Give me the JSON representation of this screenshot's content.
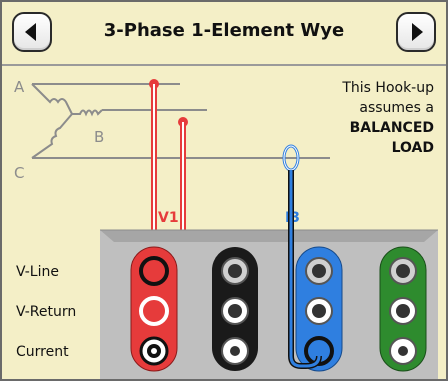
{
  "window": {
    "title": "3-Phase 1-Element Wye"
  },
  "navigation": {
    "prev_icon": "left-arrow-icon",
    "next_icon": "right-arrow-icon"
  },
  "hookup_note": {
    "line1": "This Hook-up",
    "line2": "assumes a",
    "line3": "BALANCED",
    "line4": "LOAD"
  },
  "phases": {
    "a": "A",
    "b": "B",
    "c": "C"
  },
  "probes": {
    "voltage": "V1",
    "current": "I3"
  },
  "terminal_rows": [
    "V-Line",
    "V-Return",
    "Current"
  ],
  "channels": [
    {
      "name": "channel-1",
      "color": "#e63b3b",
      "role": "voltage"
    },
    {
      "name": "channel-2",
      "color": "#1a1a1a",
      "role": "unused"
    },
    {
      "name": "channel-3",
      "color": "#2f7fe0",
      "role": "current"
    },
    {
      "name": "channel-4",
      "color": "#2e8b2e",
      "role": "unused"
    }
  ],
  "colors": {
    "background": "#f4efc7",
    "panel": "#bfbfbf",
    "wire": "#8c8c8c",
    "voltage": "#e63b3b",
    "current": "#2f7fe0"
  }
}
